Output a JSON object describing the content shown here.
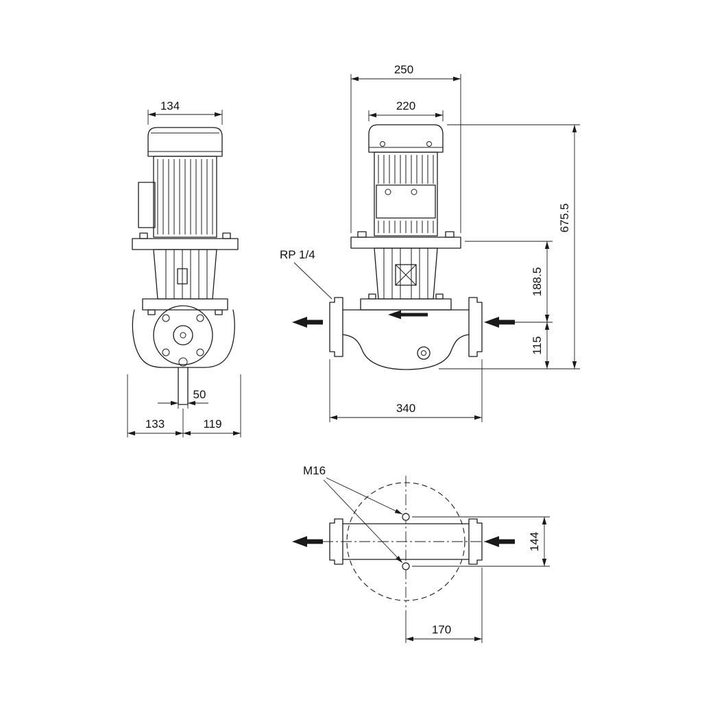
{
  "drawing": {
    "side_view": {
      "motor_width": "134",
      "port_diameter": "50",
      "center_to_left": "133",
      "center_to_right": "119"
    },
    "front_view": {
      "head_width": "250",
      "motor_width": "220",
      "total_height": "675.5",
      "flange_to_port_axis": "188.5",
      "port_axis_to_base": "115",
      "port_to_port": "340",
      "gauge_tapping": "RP 1/4"
    },
    "top_view": {
      "bolt_label": "M16",
      "bolt_spacing": "144",
      "center_to_flange": "170"
    }
  }
}
